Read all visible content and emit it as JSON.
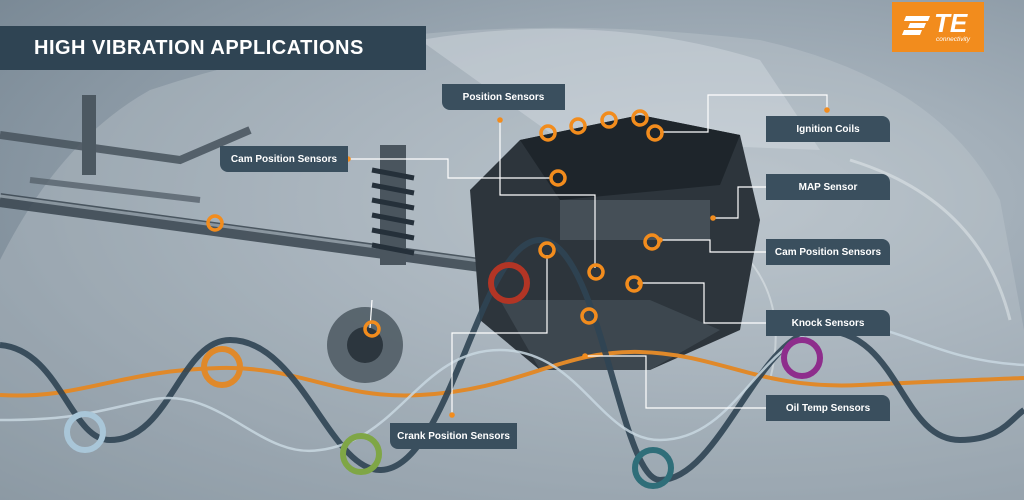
{
  "title": "HIGH VIBRATION APPLICATIONS",
  "logo": {
    "mark": "TE",
    "sub": "connectivity",
    "color": "#f28c1d"
  },
  "colors": {
    "label_bg": "#3a4f5e",
    "connector": "#ffffff",
    "sensor_ring": "#f28c1d",
    "title_bg": "#2f4453"
  },
  "labels": {
    "position": "Position Sensors",
    "cam_left": "Cam Position Sensors",
    "ignition": "Ignition Coils",
    "map": "MAP Sensor",
    "cam_right": "Cam Position Sensors",
    "knock": "Knock Sensors",
    "oil": "Oil Temp Sensors",
    "crank": "Crank Position Sensors"
  },
  "decorative_ring_colors": [
    "#e0892a",
    "#a9c6d8",
    "#7fa646",
    "#2f6e79",
    "#8e2d8c",
    "#b23525"
  ]
}
